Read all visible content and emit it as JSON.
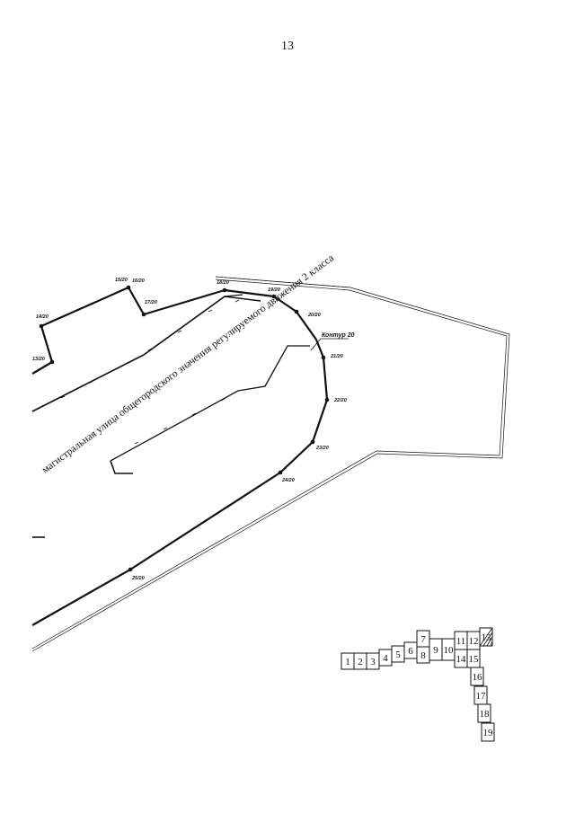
{
  "page_number": "13",
  "street_label": "магистральная улица общегородского значения регулируемого движения 2 класса",
  "contour_label": "Контур 20",
  "points": [
    {
      "label": "13/20"
    },
    {
      "label": "14/20"
    },
    {
      "label": "15/20"
    },
    {
      "label": "16/20"
    },
    {
      "label": "17/20"
    },
    {
      "label": "18/20"
    },
    {
      "label": "19/20"
    },
    {
      "label": "20/20"
    },
    {
      "label": "21/20"
    },
    {
      "label": "22/20"
    },
    {
      "label": "23/20"
    },
    {
      "label": "24/20"
    },
    {
      "label": "25/20"
    }
  ],
  "sheets": [
    "1",
    "2",
    "3",
    "4",
    "5",
    "6",
    "7",
    "8",
    "9",
    "10",
    "11",
    "12",
    "13",
    "14",
    "15",
    "16",
    "17",
    "18",
    "19"
  ],
  "highlighted_sheet": "13",
  "colors": {
    "ink": "#111111",
    "background": "#ffffff"
  }
}
